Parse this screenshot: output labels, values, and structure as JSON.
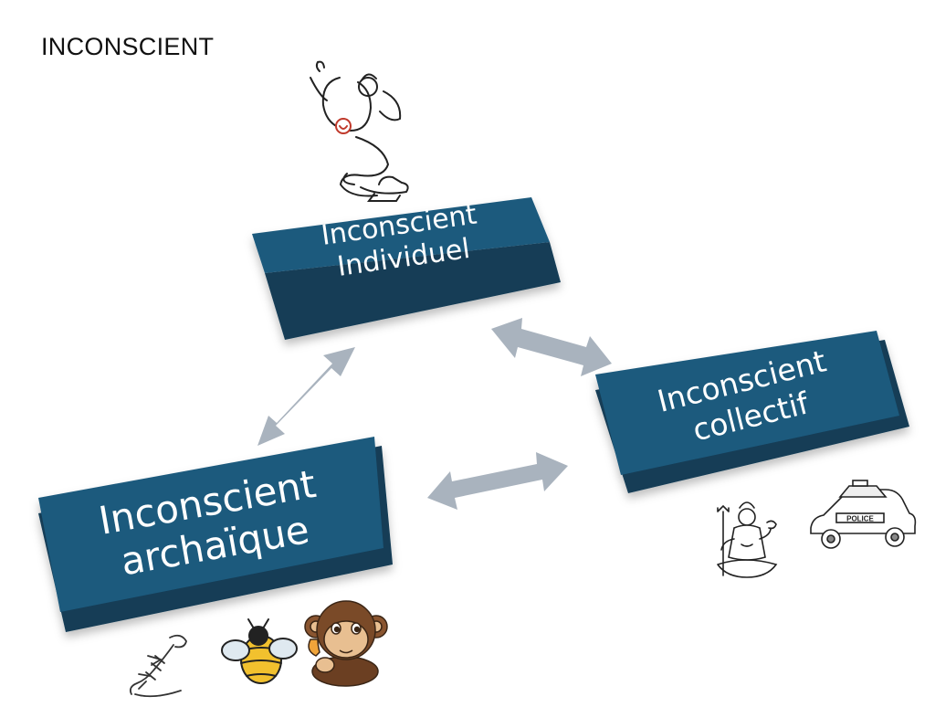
{
  "page": {
    "title": "INCONSCIENT"
  },
  "nodes": {
    "individuel": {
      "line1": "Inconscient",
      "line2": "Individuel"
    },
    "collectif": {
      "line1": "Inconscient",
      "line2": "collectif"
    },
    "archaique": {
      "line1": "Inconscient",
      "line2": "archaïque"
    }
  },
  "colors": {
    "box_top": "#1e5a7d",
    "box_side": "#123d57",
    "arrow": "#a9b3be",
    "text": "#ffffff"
  },
  "edges": [
    {
      "from": "individuel",
      "to": "archaique",
      "type": "bidirectional"
    },
    {
      "from": "individuel",
      "to": "collectif",
      "type": "bidirectional"
    },
    {
      "from": "archaique",
      "to": "collectif",
      "type": "bidirectional"
    }
  ],
  "illustrations": {
    "individuel": [
      "genie-icon"
    ],
    "collectif": [
      "deity-icon",
      "police-car-icon"
    ],
    "archaique": [
      "lizard-icon",
      "bee-icon",
      "monkey-icon"
    ]
  }
}
